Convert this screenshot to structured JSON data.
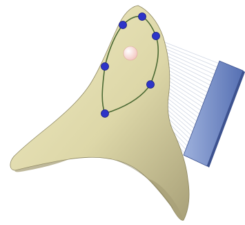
{
  "colors": {
    "background": "#ffffff",
    "surface_light": "#efeac2",
    "surface_mid": "#ddd7a8",
    "surface_shadow": "#a8a078",
    "surface_edge": "#8c8660",
    "curve": "#4c6a34",
    "marker_fill": "#2d34c8",
    "marker_stroke": "#161c84",
    "highlight_marker": "#f3c6c0",
    "projection_lines": "#d4dae6",
    "plane_light": "#9db0dc",
    "plane_dark": "#5670b3",
    "plane_edge": "#3d528f"
  },
  "objects": {
    "surface": "3d-bone-like-surface",
    "curve": "closed-contour-on-surface",
    "markers": "blue-landmark-points",
    "highlight": "pink-spherical-landmark",
    "projection": "projection-lines-to-plane",
    "plane": "blue-projection-plane"
  },
  "marker_count": 7
}
